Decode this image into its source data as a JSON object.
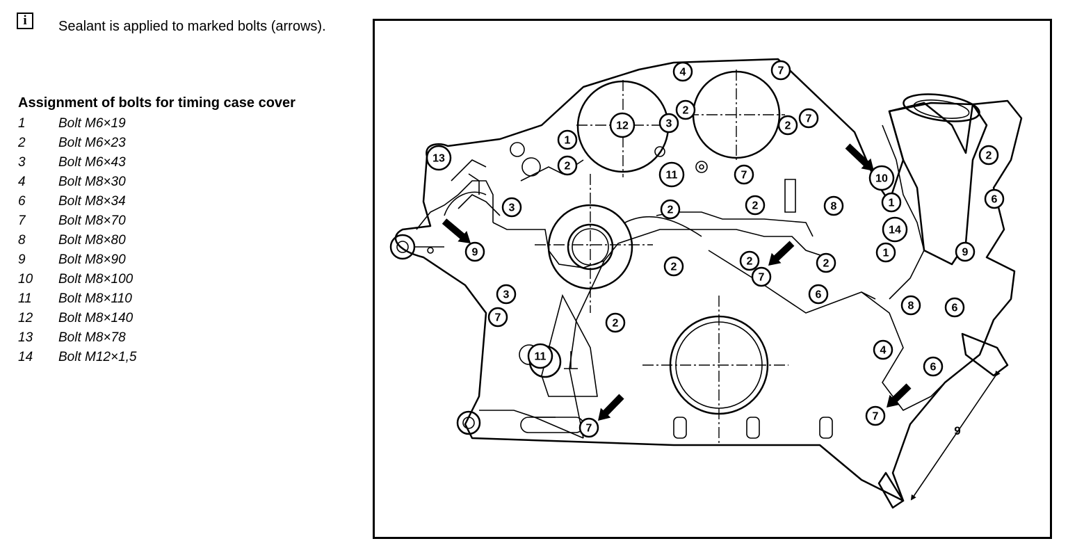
{
  "info": {
    "icon": "info-icon",
    "icon_glyph": "i",
    "note": "Sealant is applied to marked bolts (arrows)."
  },
  "assignment": {
    "heading": "Assignment of bolts for timing case cover",
    "bolts": [
      {
        "num": "1",
        "label": "Bolt M6×19"
      },
      {
        "num": "2",
        "label": "Bolt M6×23"
      },
      {
        "num": "3",
        "label": "Bolt M6×43"
      },
      {
        "num": "4",
        "label": "Bolt M8×30"
      },
      {
        "num": "6",
        "label": "Bolt M8×34"
      },
      {
        "num": "7",
        "label": "Bolt M8×70"
      },
      {
        "num": "8",
        "label": "Bolt M8×80"
      },
      {
        "num": "9",
        "label": "Bolt M8×90"
      },
      {
        "num": "10",
        "label": "Bolt M8×100"
      },
      {
        "num": "11",
        "label": "Bolt M8×110"
      },
      {
        "num": "12",
        "label": "Bolt M8×140"
      },
      {
        "num": "13",
        "label": "Bolt M8×78"
      },
      {
        "num": "14",
        "label": "Bolt M12×1,5"
      }
    ]
  },
  "diagram": {
    "callouts": [
      "4",
      "7",
      "2",
      "12",
      "3",
      "2",
      "7",
      "1",
      "13",
      "2",
      "11",
      "7",
      "10",
      "2",
      "2",
      "8",
      "1",
      "3",
      "14",
      "9",
      "2",
      "2",
      "2",
      "7",
      "1",
      "9",
      "6",
      "3",
      "6",
      "7",
      "2",
      "8",
      "6",
      "11",
      "4",
      "6",
      "7",
      "7",
      "2"
    ],
    "dimension_label": "9"
  }
}
